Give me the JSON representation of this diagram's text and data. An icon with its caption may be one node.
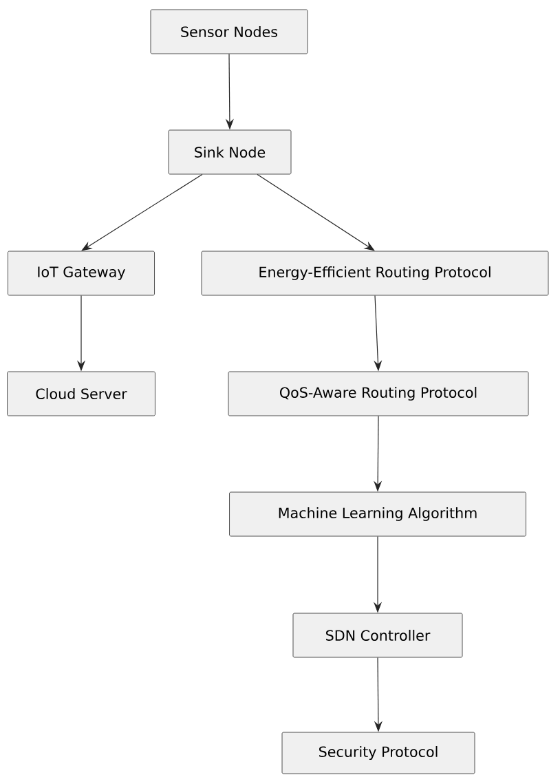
{
  "diagram": {
    "nodes": [
      {
        "text": [
          "Sensor Nodes"
        ]
      },
      {
        "text": [
          "Sink Node"
        ]
      },
      {
        "text": [
          "IoT Gateway"
        ]
      },
      {
        "text": [
          "Energy-Efficient Routing Protocol"
        ]
      },
      {
        "text": [
          "Cloud Server"
        ]
      },
      {
        "text": [
          "QoS-Aware Routing Protocol"
        ]
      },
      {
        "text": [
          "Machine Learning Algorithm"
        ]
      },
      {
        "text": [
          "SDN Controller"
        ]
      },
      {
        "text": [
          "Security Protocol"
        ]
      }
    ],
    "edges": [
      {
        "from": 0,
        "to": 1,
        "arrow": "to"
      },
      {
        "from": 1,
        "to": 2,
        "arrow": "to"
      },
      {
        "from": 1,
        "to": 3,
        "arrow": "to"
      },
      {
        "from": 2,
        "to": 4,
        "arrow": "to"
      },
      {
        "from": 3,
        "to": 5,
        "arrow": "to"
      },
      {
        "from": 5,
        "to": 6,
        "arrow": "to"
      },
      {
        "from": 6,
        "to": 7,
        "arrow": "to"
      },
      {
        "from": 7,
        "to": 8,
        "arrow": "to"
      }
    ]
  }
}
